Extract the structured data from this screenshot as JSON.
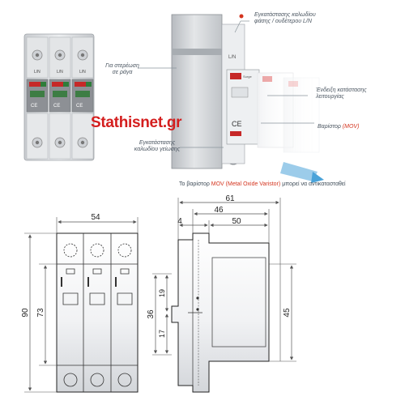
{
  "callouts": {
    "terminal_phase": [
      "Εγκατάστασης καλωδίου",
      "φάσης / ουδέτερου L/N"
    ],
    "rail_mount": [
      "Για στερέωση",
      "σε ράγα"
    ],
    "status_indicator": [
      "Ένδειξη κατάστασης",
      "λειτουργίας"
    ],
    "varistor_prefix": "Βαρίστορ",
    "varistor_highlight": "(MOV)",
    "terminal_ground": [
      "Εγκατάστασης",
      "καλωδίου γείωσης"
    ]
  },
  "watermark": "Stathisnet.gr",
  "replace_note": {
    "prefix": "Το βαρίστορ",
    "highlight": "MOV (Metal Oxide Varistor)",
    "suffix": "μπορεί να αντικατασταθεί"
  },
  "dimensions": {
    "front_width": "54",
    "front_height_total": "90",
    "front_height_inner": "73",
    "side_depth_total": "61",
    "side_depth_mid": "46",
    "side_offset": "4",
    "side_depth_inner": "50",
    "side_rail_height": "36",
    "side_upper": "19",
    "side_lower": "17",
    "side_height": "45"
  },
  "colors": {
    "accent_red": "#d4341e",
    "module_grey": "#d7d9dc",
    "label_green": "#2e7d3a"
  }
}
